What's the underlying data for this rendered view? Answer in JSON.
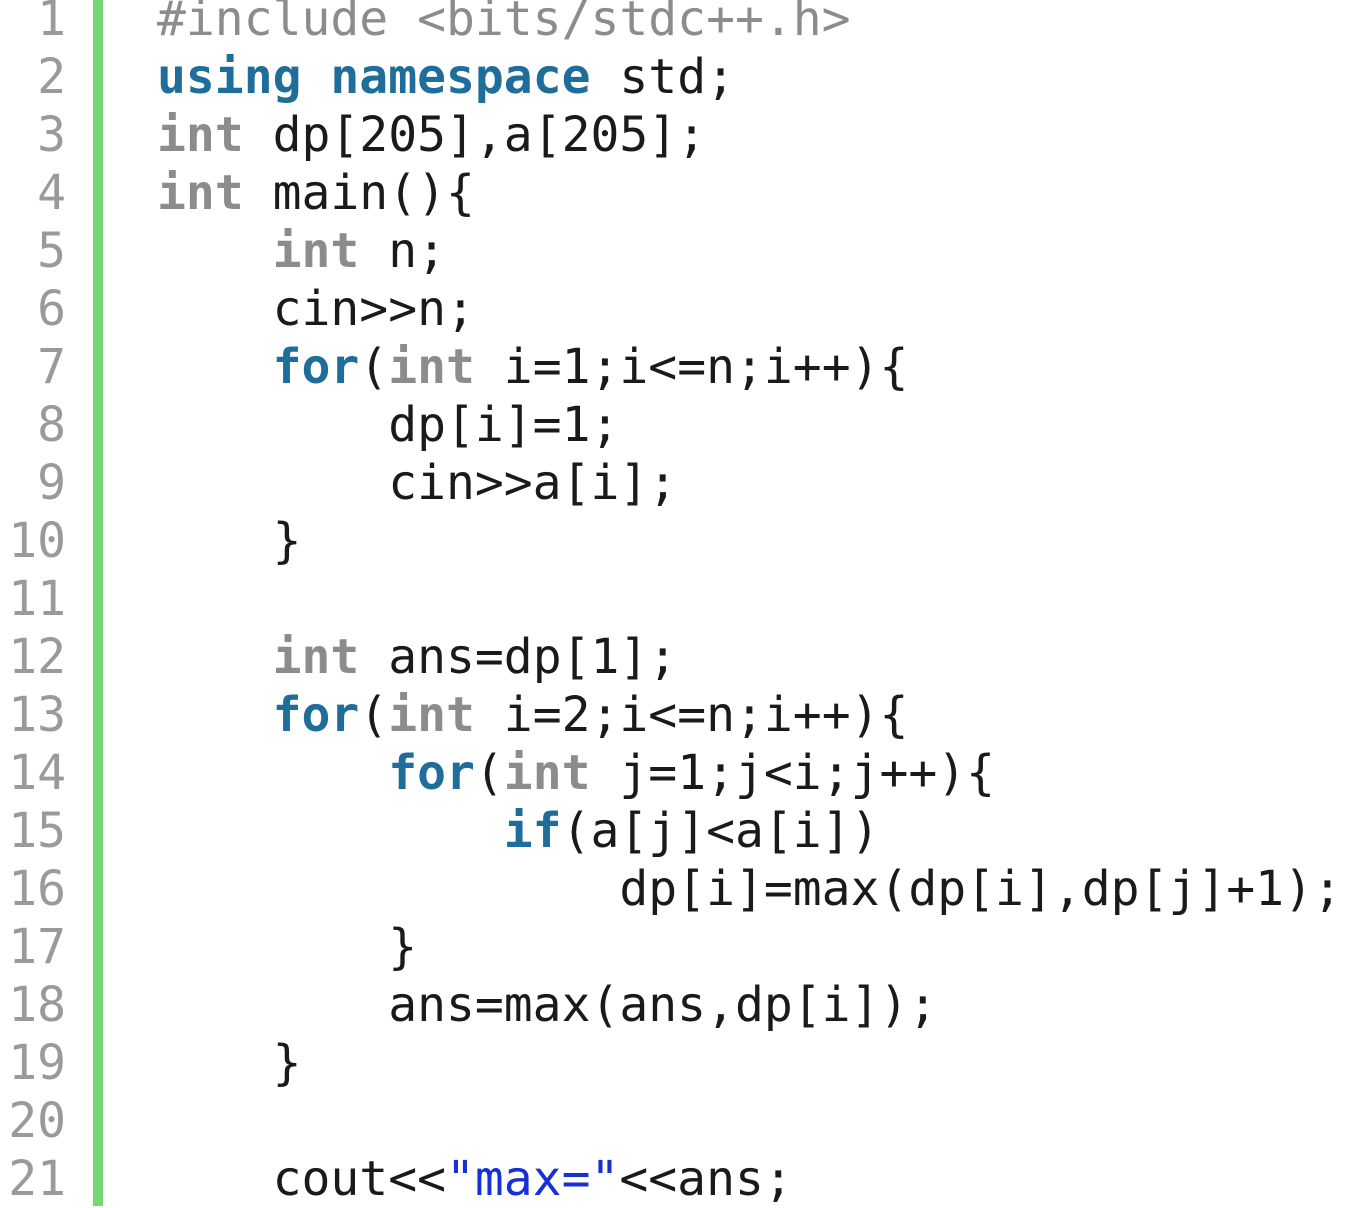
{
  "colors": {
    "gutter_bar": "#72d774",
    "keyword": "#1f6d9a",
    "type": "#8c8c8c",
    "preprocessor": "#8c8c8c",
    "string": "#1530d6",
    "text": "#1a1a1a",
    "line_number": "#9a9a9a"
  },
  "lines": [
    {
      "number": "1",
      "tokens": [
        {
          "t": "pre",
          "v": "#include <bits/stdc++.h>"
        }
      ]
    },
    {
      "number": "2",
      "tokens": [
        {
          "t": "kw",
          "v": "using"
        },
        {
          "t": "plain",
          "v": " "
        },
        {
          "t": "kw",
          "v": "namespace"
        },
        {
          "t": "plain",
          "v": " std;"
        }
      ]
    },
    {
      "number": "3",
      "tokens": [
        {
          "t": "type",
          "v": "int"
        },
        {
          "t": "plain",
          "v": " dp[205],a[205];"
        }
      ]
    },
    {
      "number": "4",
      "tokens": [
        {
          "t": "type",
          "v": "int"
        },
        {
          "t": "plain",
          "v": " main(){"
        }
      ]
    },
    {
      "number": "5",
      "tokens": [
        {
          "t": "plain",
          "v": "    "
        },
        {
          "t": "type",
          "v": "int"
        },
        {
          "t": "plain",
          "v": " n;"
        }
      ]
    },
    {
      "number": "6",
      "tokens": [
        {
          "t": "plain",
          "v": "    cin>>n;"
        }
      ]
    },
    {
      "number": "7",
      "tokens": [
        {
          "t": "plain",
          "v": "    "
        },
        {
          "t": "kw",
          "v": "for"
        },
        {
          "t": "plain",
          "v": "("
        },
        {
          "t": "type",
          "v": "int"
        },
        {
          "t": "plain",
          "v": " i=1;i<=n;i++){"
        }
      ]
    },
    {
      "number": "8",
      "tokens": [
        {
          "t": "plain",
          "v": "        dp[i]=1;"
        }
      ]
    },
    {
      "number": "9",
      "tokens": [
        {
          "t": "plain",
          "v": "        cin>>a[i];"
        }
      ]
    },
    {
      "number": "10",
      "tokens": [
        {
          "t": "plain",
          "v": "    }"
        }
      ]
    },
    {
      "number": "11",
      "tokens": []
    },
    {
      "number": "12",
      "tokens": [
        {
          "t": "plain",
          "v": "    "
        },
        {
          "t": "type",
          "v": "int"
        },
        {
          "t": "plain",
          "v": " ans=dp[1];"
        }
      ]
    },
    {
      "number": "13",
      "tokens": [
        {
          "t": "plain",
          "v": "    "
        },
        {
          "t": "kw",
          "v": "for"
        },
        {
          "t": "plain",
          "v": "("
        },
        {
          "t": "type",
          "v": "int"
        },
        {
          "t": "plain",
          "v": " i=2;i<=n;i++){"
        }
      ]
    },
    {
      "number": "14",
      "tokens": [
        {
          "t": "plain",
          "v": "        "
        },
        {
          "t": "kw",
          "v": "for"
        },
        {
          "t": "plain",
          "v": "("
        },
        {
          "t": "type",
          "v": "int"
        },
        {
          "t": "plain",
          "v": " j=1;j<i;j++){"
        }
      ]
    },
    {
      "number": "15",
      "tokens": [
        {
          "t": "plain",
          "v": "            "
        },
        {
          "t": "kw",
          "v": "if"
        },
        {
          "t": "plain",
          "v": "(a[j]<a[i])"
        }
      ]
    },
    {
      "number": "16",
      "tokens": [
        {
          "t": "plain",
          "v": "                dp[i]=max(dp[i],dp[j]+1);"
        }
      ]
    },
    {
      "number": "17",
      "tokens": [
        {
          "t": "plain",
          "v": "        }"
        }
      ]
    },
    {
      "number": "18",
      "tokens": [
        {
          "t": "plain",
          "v": "        ans=max(ans,dp[i]);"
        }
      ]
    },
    {
      "number": "19",
      "tokens": [
        {
          "t": "plain",
          "v": "    }"
        }
      ]
    },
    {
      "number": "20",
      "tokens": []
    },
    {
      "number": "21",
      "tokens": [
        {
          "t": "plain",
          "v": "    cout<<"
        },
        {
          "t": "str",
          "v": "\"max=\""
        },
        {
          "t": "plain",
          "v": "<<ans;"
        }
      ]
    }
  ]
}
